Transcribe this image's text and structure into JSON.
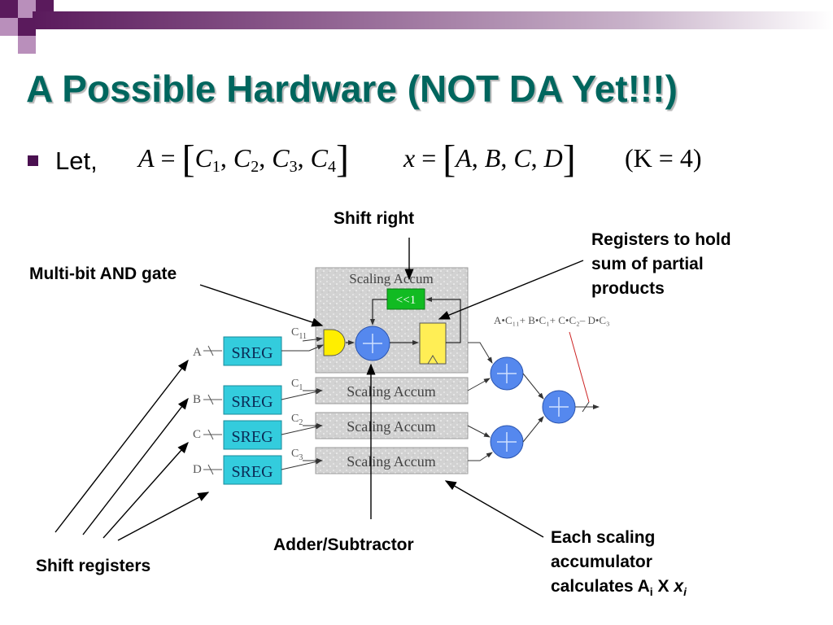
{
  "title": "A Possible Hardware (NOT DA Yet!!!)",
  "bullet": {
    "lead": "Let,",
    "eq_A_lhs": "A",
    "eq_A_terms": [
      {
        "sym": "C",
        "sub": "1"
      },
      {
        "sym": "C",
        "sub": "2"
      },
      {
        "sym": "C",
        "sub": "3"
      },
      {
        "sym": "C",
        "sub": "4"
      }
    ],
    "eq_x_lhs": "x",
    "eq_x_terms": [
      "A",
      "B",
      "C",
      "D"
    ],
    "eq_K": "(K = 4)"
  },
  "diagram": {
    "inputs": [
      "A",
      "B",
      "C",
      "D"
    ],
    "sreg_label": "SREG",
    "accum_label": "Scaling Accum",
    "shift_box_label": "<<1",
    "coeff_labels": [
      {
        "sym": "C",
        "sub": "11"
      },
      {
        "sym": "C",
        "sub": "1"
      },
      {
        "sym": "C",
        "sub": "2"
      },
      {
        "sym": "C",
        "sub": "3"
      }
    ],
    "output_expression": "A•C₁₁+ B•C₁+ C•C₂– D•C₃",
    "colors": {
      "sreg_fill": "#33ccdd",
      "accum_fill": "#cfcfcf",
      "adder_fill": "#5588ee",
      "and_gate_fill": "#ffee00",
      "register_fill": "#ffee55",
      "shift_box_fill": "#11bb22"
    }
  },
  "annotations": {
    "shift_right": "Shift right",
    "registers_line1": "Registers to hold",
    "registers_line2": "sum of partial",
    "registers_line3": "products",
    "and_gate": "Multi-bit AND gate",
    "adder": "Adder/Subtractor",
    "shift_registers": "Shift registers",
    "each_line1": "Each scaling",
    "each_line2": "accumulator",
    "each_line3_prefix": "calculates A",
    "each_line3_sub": "i",
    "each_line3_mid": " X ",
    "each_line3_var": "x",
    "each_line3_var_sub": "i"
  }
}
